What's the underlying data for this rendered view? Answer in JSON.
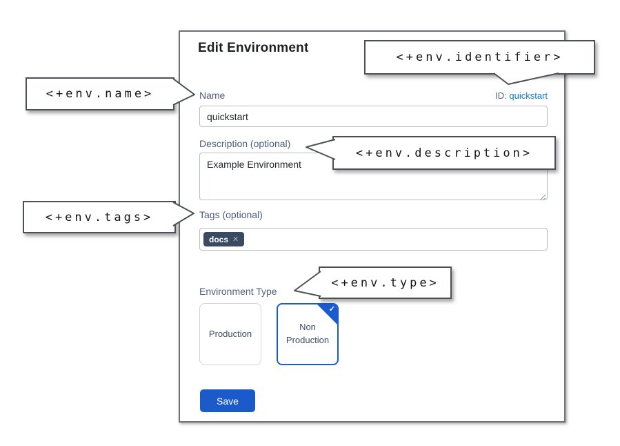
{
  "dialog": {
    "title": "Edit Environment",
    "name": {
      "label": "Name",
      "value": "quickstart"
    },
    "identifier": {
      "label": "ID:",
      "value": "quickstart"
    },
    "description": {
      "label": "Description (optional)",
      "value": "Example Environment"
    },
    "tags": {
      "label": "Tags (optional)",
      "chips": [
        {
          "text": "docs"
        }
      ]
    },
    "environment_type": {
      "label": "Environment Type",
      "options": [
        {
          "label": "Production",
          "selected": false
        },
        {
          "label": "Non Production",
          "selected": true
        }
      ]
    },
    "save_label": "Save"
  },
  "icons": {
    "check": "✓",
    "close": "✕"
  },
  "callouts": [
    {
      "name": "env-name",
      "text": "<+env.name>"
    },
    {
      "name": "env-identifier",
      "text": "<+env.identifier>"
    },
    {
      "name": "env-description",
      "text": "<+env.description>"
    },
    {
      "name": "env-tags",
      "text": "<+env.tags>"
    },
    {
      "name": "env-type",
      "text": "<+env.type>"
    }
  ],
  "colors": {
    "link_blue": "#0b79d0",
    "primary_blue": "#1b5bc9",
    "selected_card_blue": "#1b5bd1",
    "chip_background": "#3b4a60",
    "label_slate": "#4d5b7c",
    "callout_border": "#4c4f54"
  }
}
